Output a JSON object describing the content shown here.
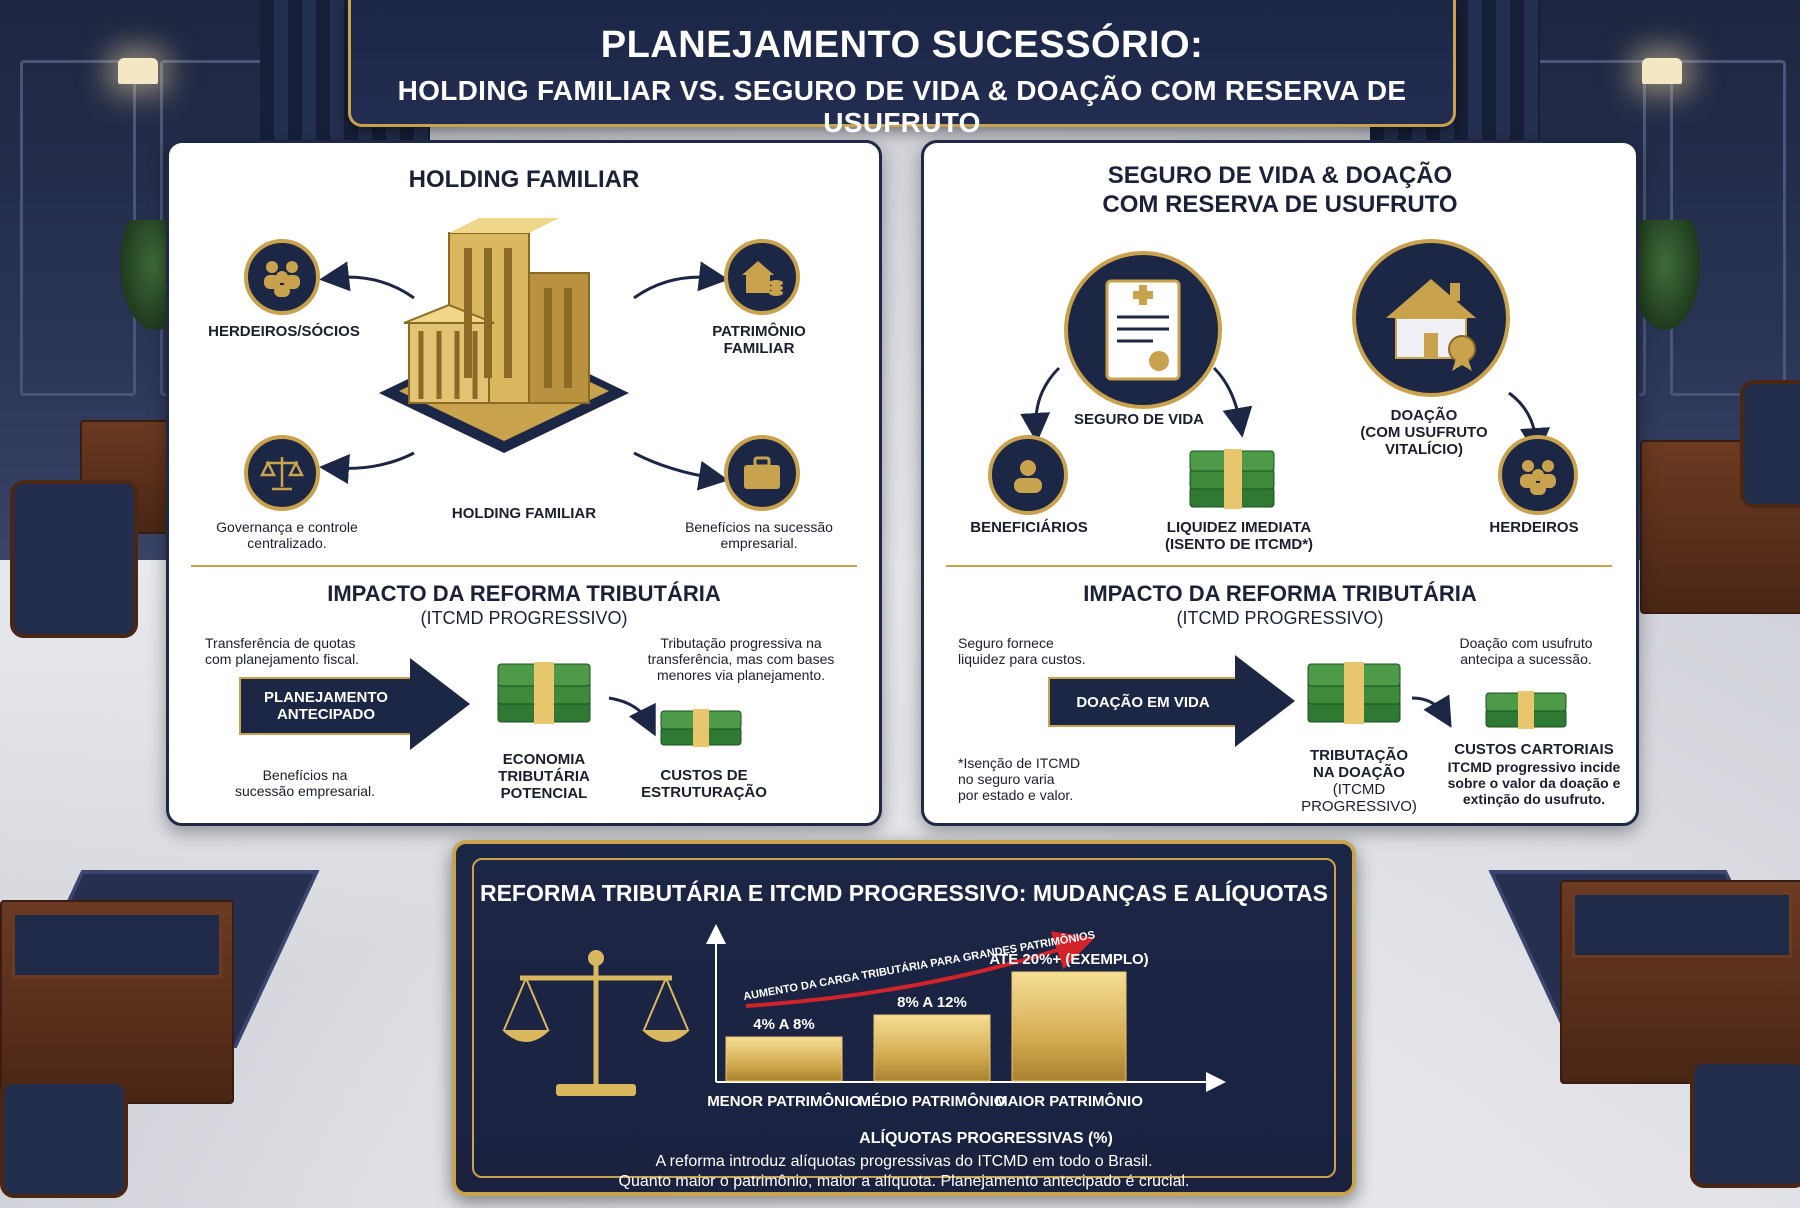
{
  "header": {
    "title": "PLANEJAMENTO SUCESSÓRIO:",
    "subtitle": "HOLDING FAMILIAR VS. SEGURO DE VIDA & DOAÇÃO COM RESERVA DE USUFRUTO"
  },
  "left": {
    "title": "HOLDING FAMILIAR",
    "heirs": "HERDEIROS/SÓCIOS",
    "assets_1": "PATRIMÔNIO",
    "assets_2": "FAMILIAR",
    "center": "HOLDING FAMILIAR",
    "gov_1": "Governança e controle",
    "gov_2": "centralizado.",
    "benefits_1": "Benefícios na sucessão",
    "benefits_2": "empresarial.",
    "impact_title": "IMPACTO DA REFORMA TRIBUTÁRIA",
    "impact_sub": "(ITCMD PROGRESSIVO)",
    "transfer_1": "Transferência de quotas",
    "transfer_2": "com planejamento fiscal.",
    "prog_1": "Tributação progressiva na",
    "prog_2": "transferência, mas com bases",
    "prog_3": "menores via planejamento.",
    "arrow_1": "PLANEJAMENTO",
    "arrow_2": "ANTECIPADO",
    "savings_1": "ECONOMIA",
    "savings_2": "TRIBUTÁRIA",
    "savings_3": "POTENCIAL",
    "costs_1": "CUSTOS DE",
    "costs_2": "ESTRUTURAÇÃO",
    "bottom_1": "Benefícios na",
    "bottom_2": "sucessão empresarial."
  },
  "right": {
    "title_1": "SEGURO DE VIDA & DOAÇÃO",
    "title_2": "COM RESERVA DE USUFRUTO",
    "insurance": "SEGURO DE VIDA",
    "donation_1": "DOAÇÃO",
    "donation_2": "(COM USUFRUTO",
    "donation_3": "VITALÍCIO)",
    "beneficiaries": "BENEFICIÁRIOS",
    "liquidity_1": "LIQUIDEZ IMEDIATA",
    "liquidity_2": "(ISENTO DE ITCMD*)",
    "heirs": "HERDEIROS",
    "impact_title": "IMPACTO DA REFORMA TRIBUTÁRIA",
    "impact_sub": "(ITCMD PROGRESSIVO)",
    "ins_note_1": "Seguro fornece",
    "ins_note_2": "liquidez para custos.",
    "don_note_1": "Doação com usufruto",
    "don_note_2": "antecipa a sucessão.",
    "arrow": "DOAÇÃO EM VIDA",
    "exempt_1": "*Isenção de ITCMD",
    "exempt_2": "no seguro varia",
    "exempt_3": "por estado e valor.",
    "tax_1": "TRIBUTAÇÃO",
    "tax_2": "NA DOAÇÃO",
    "tax_3": "(ITCMD PROGRESSIVO)",
    "costs_title": "CUSTOS CARTORIAIS",
    "costs_1": "ITCMD progressivo incide",
    "costs_2": "sobre o valor da doação e",
    "costs_3": "extinção do usufruto."
  },
  "bottom": {
    "title": "REFORMA TRIBUTÁRIA E ITCMD PROGRESSIVO: MUDANÇAS E ALÍQUOTAS",
    "trend": "AUMENTO DA CARGA TRIBUTÁRIA PARA GRANDES PATRIMÔNIOS",
    "footer_1": "A reforma introduz alíquotas progressivas do ITCMD em todo o Brasil.",
    "footer_2": "Quanto maior o patrimônio, maior a alíquota. Planejamento antecipado é crucial."
  },
  "chart_data": {
    "type": "bar",
    "categories": [
      "MENOR PATRIMÔNIO",
      "MÉDIO PATRIMÔNIO",
      "MAIOR PATRIMÔNIO"
    ],
    "value_labels": [
      "4% A 8%",
      "8% A 12%",
      "ATÉ 20%+ (EXEMPLO)"
    ],
    "values": [
      8,
      12,
      20
    ],
    "xlabel": "ALÍQUOTAS PROGRESSIVAS (%)",
    "ylabel": ""
  },
  "colors": {
    "navy": "#1c2645",
    "gold": "#c9a24e",
    "money_green": "#3e8a3b"
  }
}
